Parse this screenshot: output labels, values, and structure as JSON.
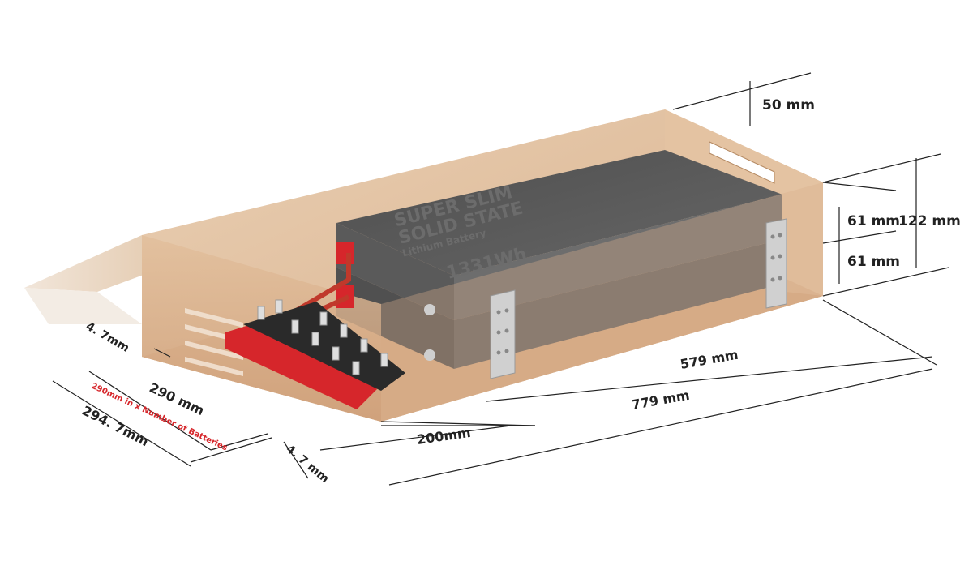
{
  "colors": {
    "wood_light": "#e7c9ab",
    "wood_mid": "#d9b08b",
    "wood_dark": "#c99a70",
    "battery_top": "#5d5d5d",
    "battery_side": "#6b6b6b",
    "busbar_red": "#d6262b",
    "dimension_line": "#222222"
  },
  "battery": {
    "title_line1": "SUPER SLIM",
    "title_line2": "SOLID STATE",
    "subtitle": "Lithium Battery",
    "capacity": "1331Wh"
  },
  "dimensions": {
    "top_gap": "50 mm",
    "battery_height_upper": "61 mm",
    "battery_height_lower": "61 mm",
    "total_height": "122 mm",
    "inner_length": "579 mm",
    "outer_length": "779 mm",
    "front_space": "200mm",
    "inner_width": "290 mm",
    "outer_width": "294. 7mm",
    "side_wall": "4. 7mm",
    "front_wall": "4. 7 mm",
    "width_formula": "290mm in x Number of Batteries"
  }
}
